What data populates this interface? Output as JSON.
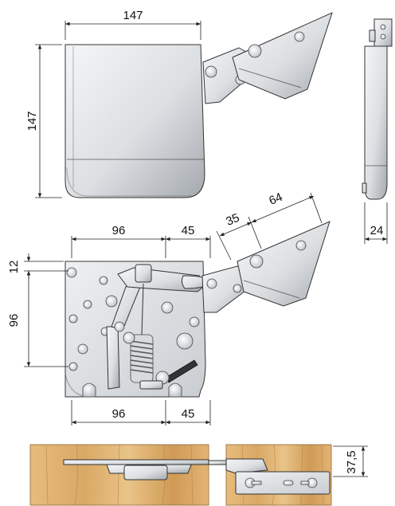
{
  "dimensions": {
    "side_width": "147",
    "side_height": "147",
    "side_depth": "24",
    "front_left_width": "96",
    "front_right_width": "45",
    "front_bottom_left": "96",
    "front_bottom_right": "45",
    "front_top_offset": "12",
    "front_vertical": "96",
    "arm_35": "35",
    "arm_64": "64",
    "install_height": "37,5"
  },
  "colors": {
    "metal_light": "#e6e8ea",
    "metal_dark": "#9ea3a8",
    "wood_light": "#e2b676",
    "wood_dark": "#c48f4e"
  }
}
